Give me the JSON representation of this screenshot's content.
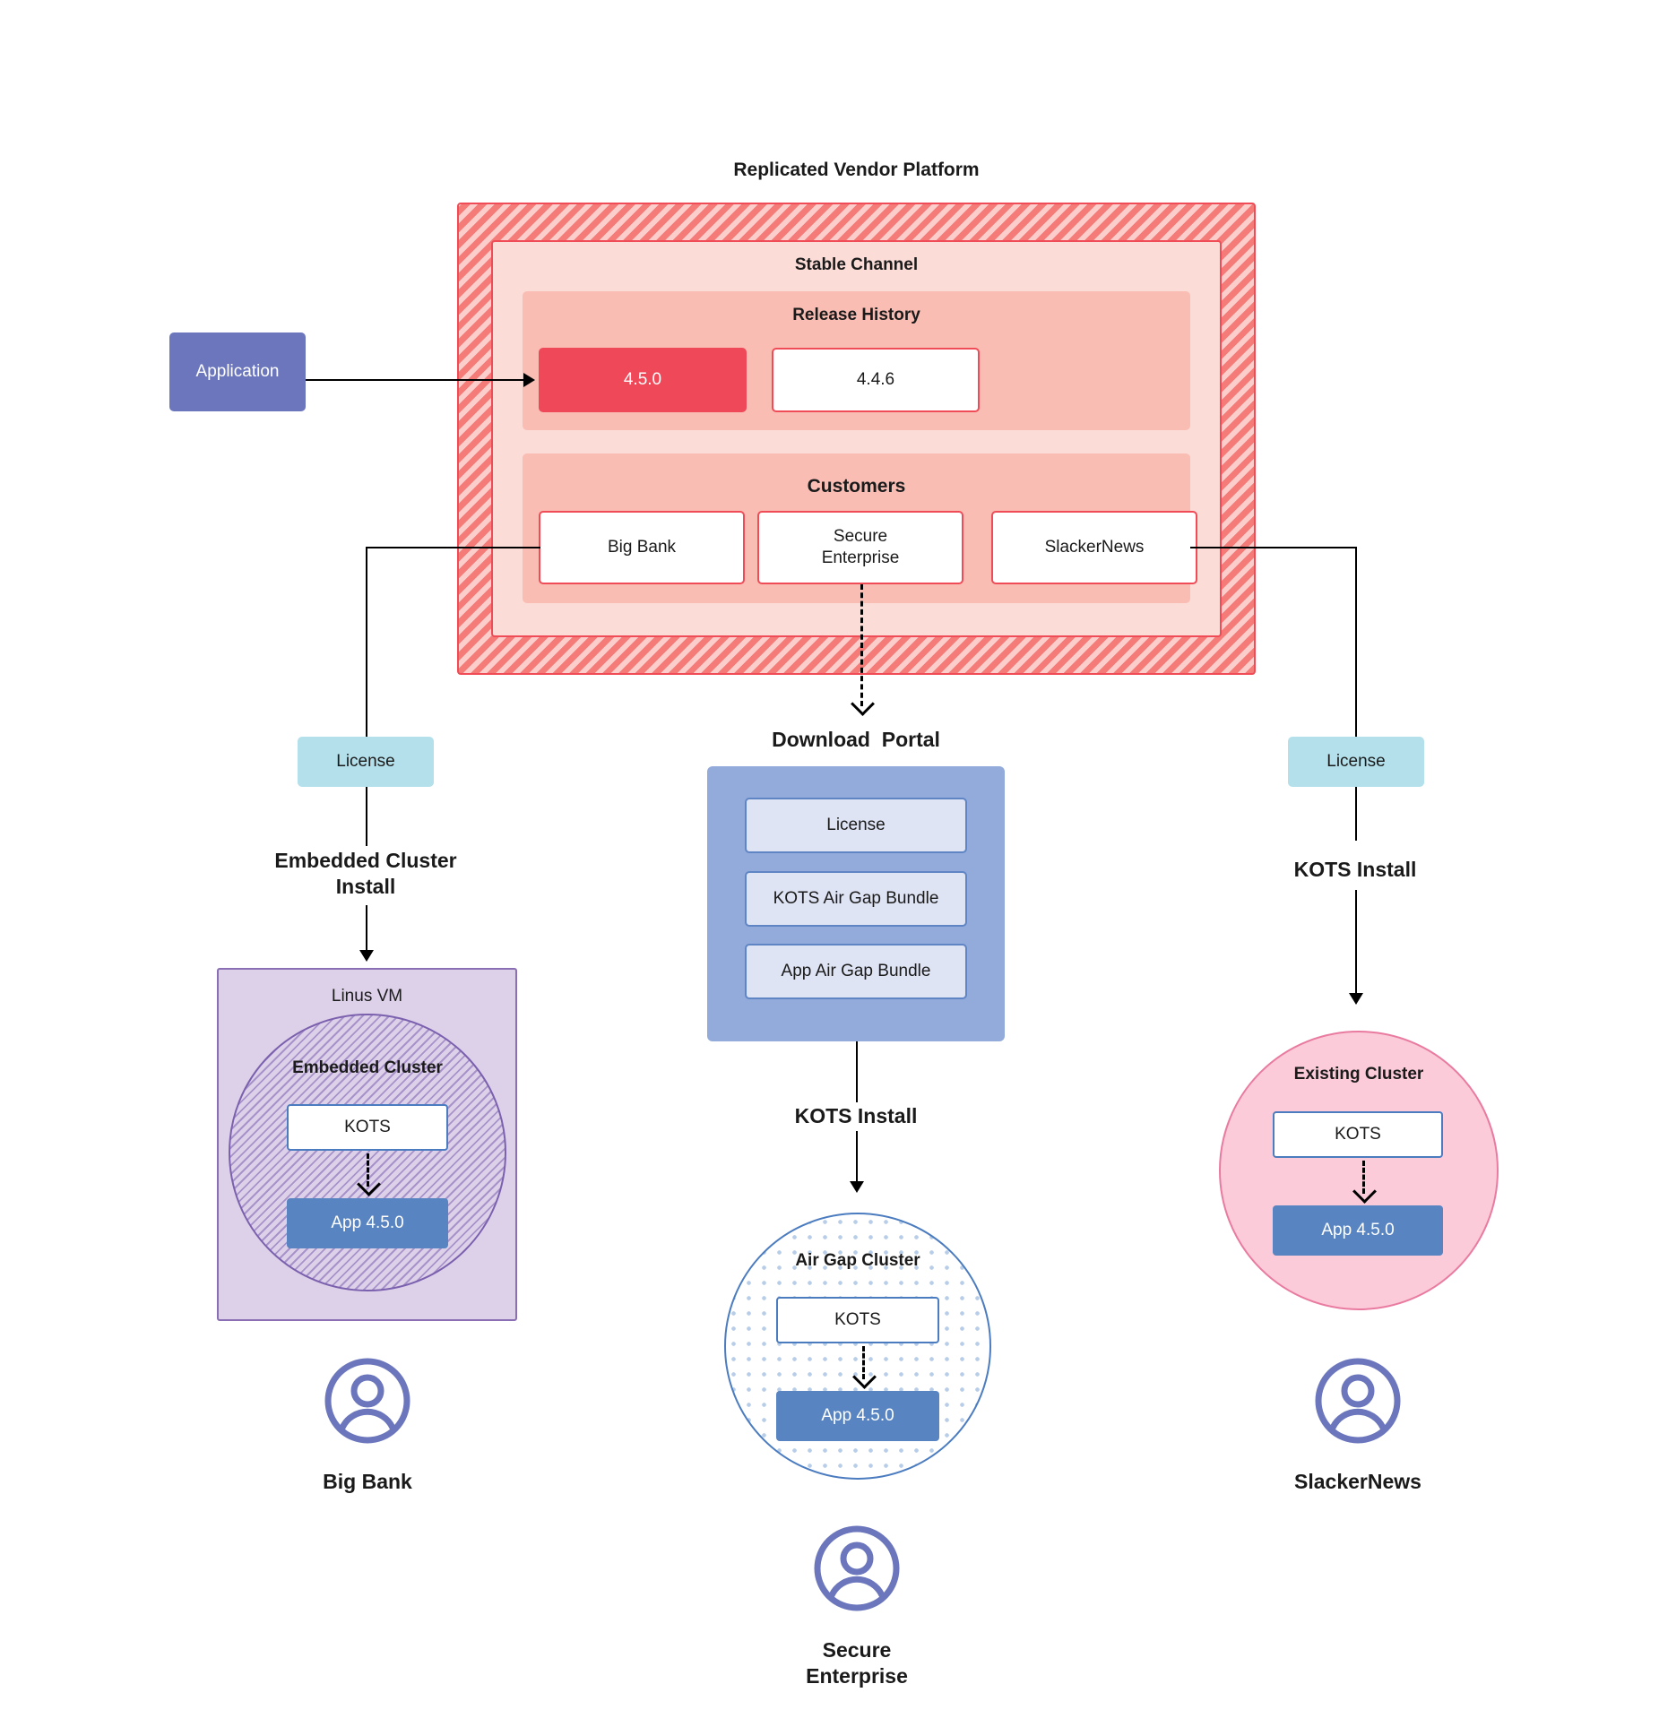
{
  "diagram": {
    "title": "Replicated Vendor Platform"
  },
  "vendor_platform": {
    "title": "Replicated Vendor Platform",
    "channel": {
      "name": "Stable Channel",
      "release_history": {
        "title": "Release History",
        "releases": [
          {
            "version": "4.5.0",
            "state": "current"
          },
          {
            "version": "4.4.6",
            "state": "previous"
          }
        ]
      },
      "customers": {
        "title": "Customers",
        "items": [
          {
            "name": "Big Bank"
          },
          {
            "name": "Secure\nEnterprise"
          },
          {
            "name": "SlackerNews"
          }
        ]
      }
    }
  },
  "application": {
    "label": "Application"
  },
  "licenses": {
    "left_label": "License",
    "right_label": "License"
  },
  "download_portal": {
    "title": "Download  Portal",
    "items": [
      {
        "label": "License"
      },
      {
        "label": "KOTS Air Gap Bundle"
      },
      {
        "label": "App Air Gap Bundle"
      }
    ]
  },
  "flows": {
    "embedded_cluster_install": "Embedded Cluster\nInstall",
    "kots_install_center": "KOTS Install",
    "kots_install_right": "KOTS Install"
  },
  "left_stack": {
    "host_label": "Linus VM",
    "cluster_label": "Embedded Cluster",
    "kots_label": "KOTS",
    "app_label": "App 4.5.0",
    "customer_label": "Big Bank",
    "avatar_icon": "user-avatar-icon"
  },
  "center_stack": {
    "cluster_label": "Air Gap Cluster",
    "kots_label": "KOTS",
    "app_label": "App 4.5.0",
    "customer_label": "Secure\nEnterprise",
    "avatar_icon": "user-avatar-icon"
  },
  "right_stack": {
    "cluster_label": "Existing Cluster",
    "kots_label": "KOTS",
    "app_label": "App 4.5.0",
    "customer_label": "SlackerNews",
    "avatar_icon": "user-avatar-icon"
  },
  "colors": {
    "platform_red": "#f47b77",
    "platform_border": "#ef4c57",
    "channel_bg": "#fbdcd7",
    "panel_bg": "#f9bdb4",
    "release_current": "#ef4858",
    "application_purple": "#6b76bc",
    "license_cyan": "#b3e0eb",
    "portal_blue": "#93abdb",
    "portal_item_bg": "#dfe4f5",
    "vm_purple": "#ddd1ea",
    "vm_border": "#7b60ae",
    "cluster_blue_border": "#4c7cc0",
    "existing_cluster_pink": "#fbcbd9",
    "existing_cluster_border": "#e97ba0",
    "app_blue": "#5884c1",
    "avatar_purple": "#6b76bc"
  }
}
